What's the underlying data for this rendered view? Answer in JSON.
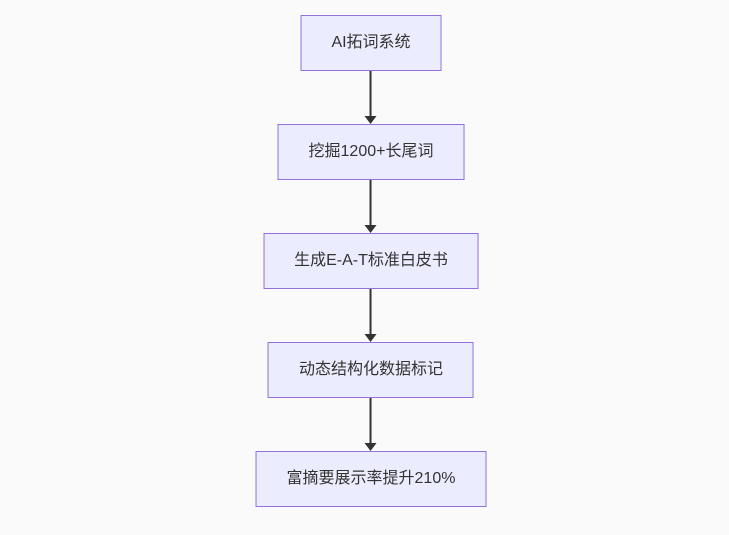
{
  "flowchart": {
    "type": "flowchart-vertical",
    "nodes": [
      {
        "id": "ai-keyword-system",
        "label": "AI拓词系统"
      },
      {
        "id": "mine-longtail-keywords",
        "label": "挖掘1200+长尾词"
      },
      {
        "id": "generate-eat-whitepaper",
        "label": "生成E-A-T标准白皮书"
      },
      {
        "id": "dynamic-structured-data",
        "label": "动态结构化数据标记"
      },
      {
        "id": "rich-snippet-uplift",
        "label": "富摘要展示率提升210%"
      }
    ],
    "edges": [
      {
        "from": "ai-keyword-system",
        "to": "mine-longtail-keywords"
      },
      {
        "from": "mine-longtail-keywords",
        "to": "generate-eat-whitepaper"
      },
      {
        "from": "generate-eat-whitepaper",
        "to": "dynamic-structured-data"
      },
      {
        "from": "dynamic-structured-data",
        "to": "rich-snippet-uplift"
      }
    ],
    "colors": {
      "background": "#fafafa",
      "node_fill": "#ECECFF",
      "node_border": "#9370DB",
      "node_text": "#333333",
      "arrow": "#333333"
    }
  }
}
